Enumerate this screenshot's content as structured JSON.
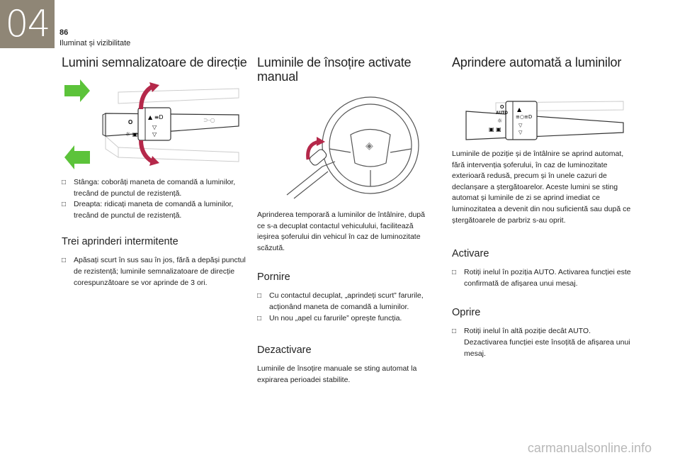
{
  "header": {
    "chapter_number": "04",
    "page_number": "86",
    "chapter_title": "Iluminat și vizibilitate"
  },
  "col1": {
    "title": "Lumini semnalizatoare de direcție",
    "bullets": [
      "Stânga: coborâți maneta de comandă a luminilor, trecând de punctul de rezistență.",
      "Dreapta: ridicați maneta de comandă a luminilor, trecând de punctul de rezistență."
    ],
    "sub_title": "Trei aprinderi intermitente",
    "sub_bullets": [
      "Apăsați scurt în sus sau în jos, fără a depăși punctul de rezistență; luminile semnalizatoare de direcție corespunzătoare se vor aprinde de 3 ori."
    ]
  },
  "col2": {
    "title": "Luminile de însoțire activate manual",
    "intro": "Aprinderea temporară a luminilor de întâlnire, după ce s-a decuplat contactul vehiculului, facilitează ieșirea șoferului din vehicul în caz de luminozitate scăzută.",
    "pornire_title": "Pornire",
    "pornire_bullets": [
      "Cu contactul decuplat, „aprindeți scurt” farurile, acționând maneta de comandă a luminilor.",
      "Un nou „apel cu farurile” oprește funcția."
    ],
    "dezactivare_title": "Dezactivare",
    "dezactivare_text": "Luminile de însoțire manuale se sting automat la expirarea perioadei stabilite."
  },
  "col3": {
    "title": "Aprindere automată a luminilor",
    "intro": "Luminile de poziție și de întâlnire se aprind automat, fără intervenția șoferului, în caz de luminozitate exterioară redusă, precum și în unele cazuri de declanșare a ștergătoarelor. Aceste lumini se sting automat și luminile de zi se aprind imediat ce luminozitatea a devenit din nou suficientă sau după ce ștergătoarele de parbriz s-au oprit.",
    "activare_title": "Activare",
    "activare_bullets": [
      "Rotiți inelul în poziția AUTO. Activarea funcției este confirmată de afișarea unui mesaj."
    ],
    "oprire_title": "Oprire",
    "oprire_bullets": [
      "Rotiți inelul în altă poziție decât AUTO. Dezactivarea funcției este însoțită de afișarea unui mesaj."
    ]
  },
  "stalk_labels": {
    "o_mark": "O",
    "auto_mark": "AUTO"
  },
  "watermark": "carmanualsonline.info",
  "colors": {
    "chapter_box": "#8f8676",
    "arrow_green": "#5cc33a",
    "arrow_red": "#b5284a"
  }
}
